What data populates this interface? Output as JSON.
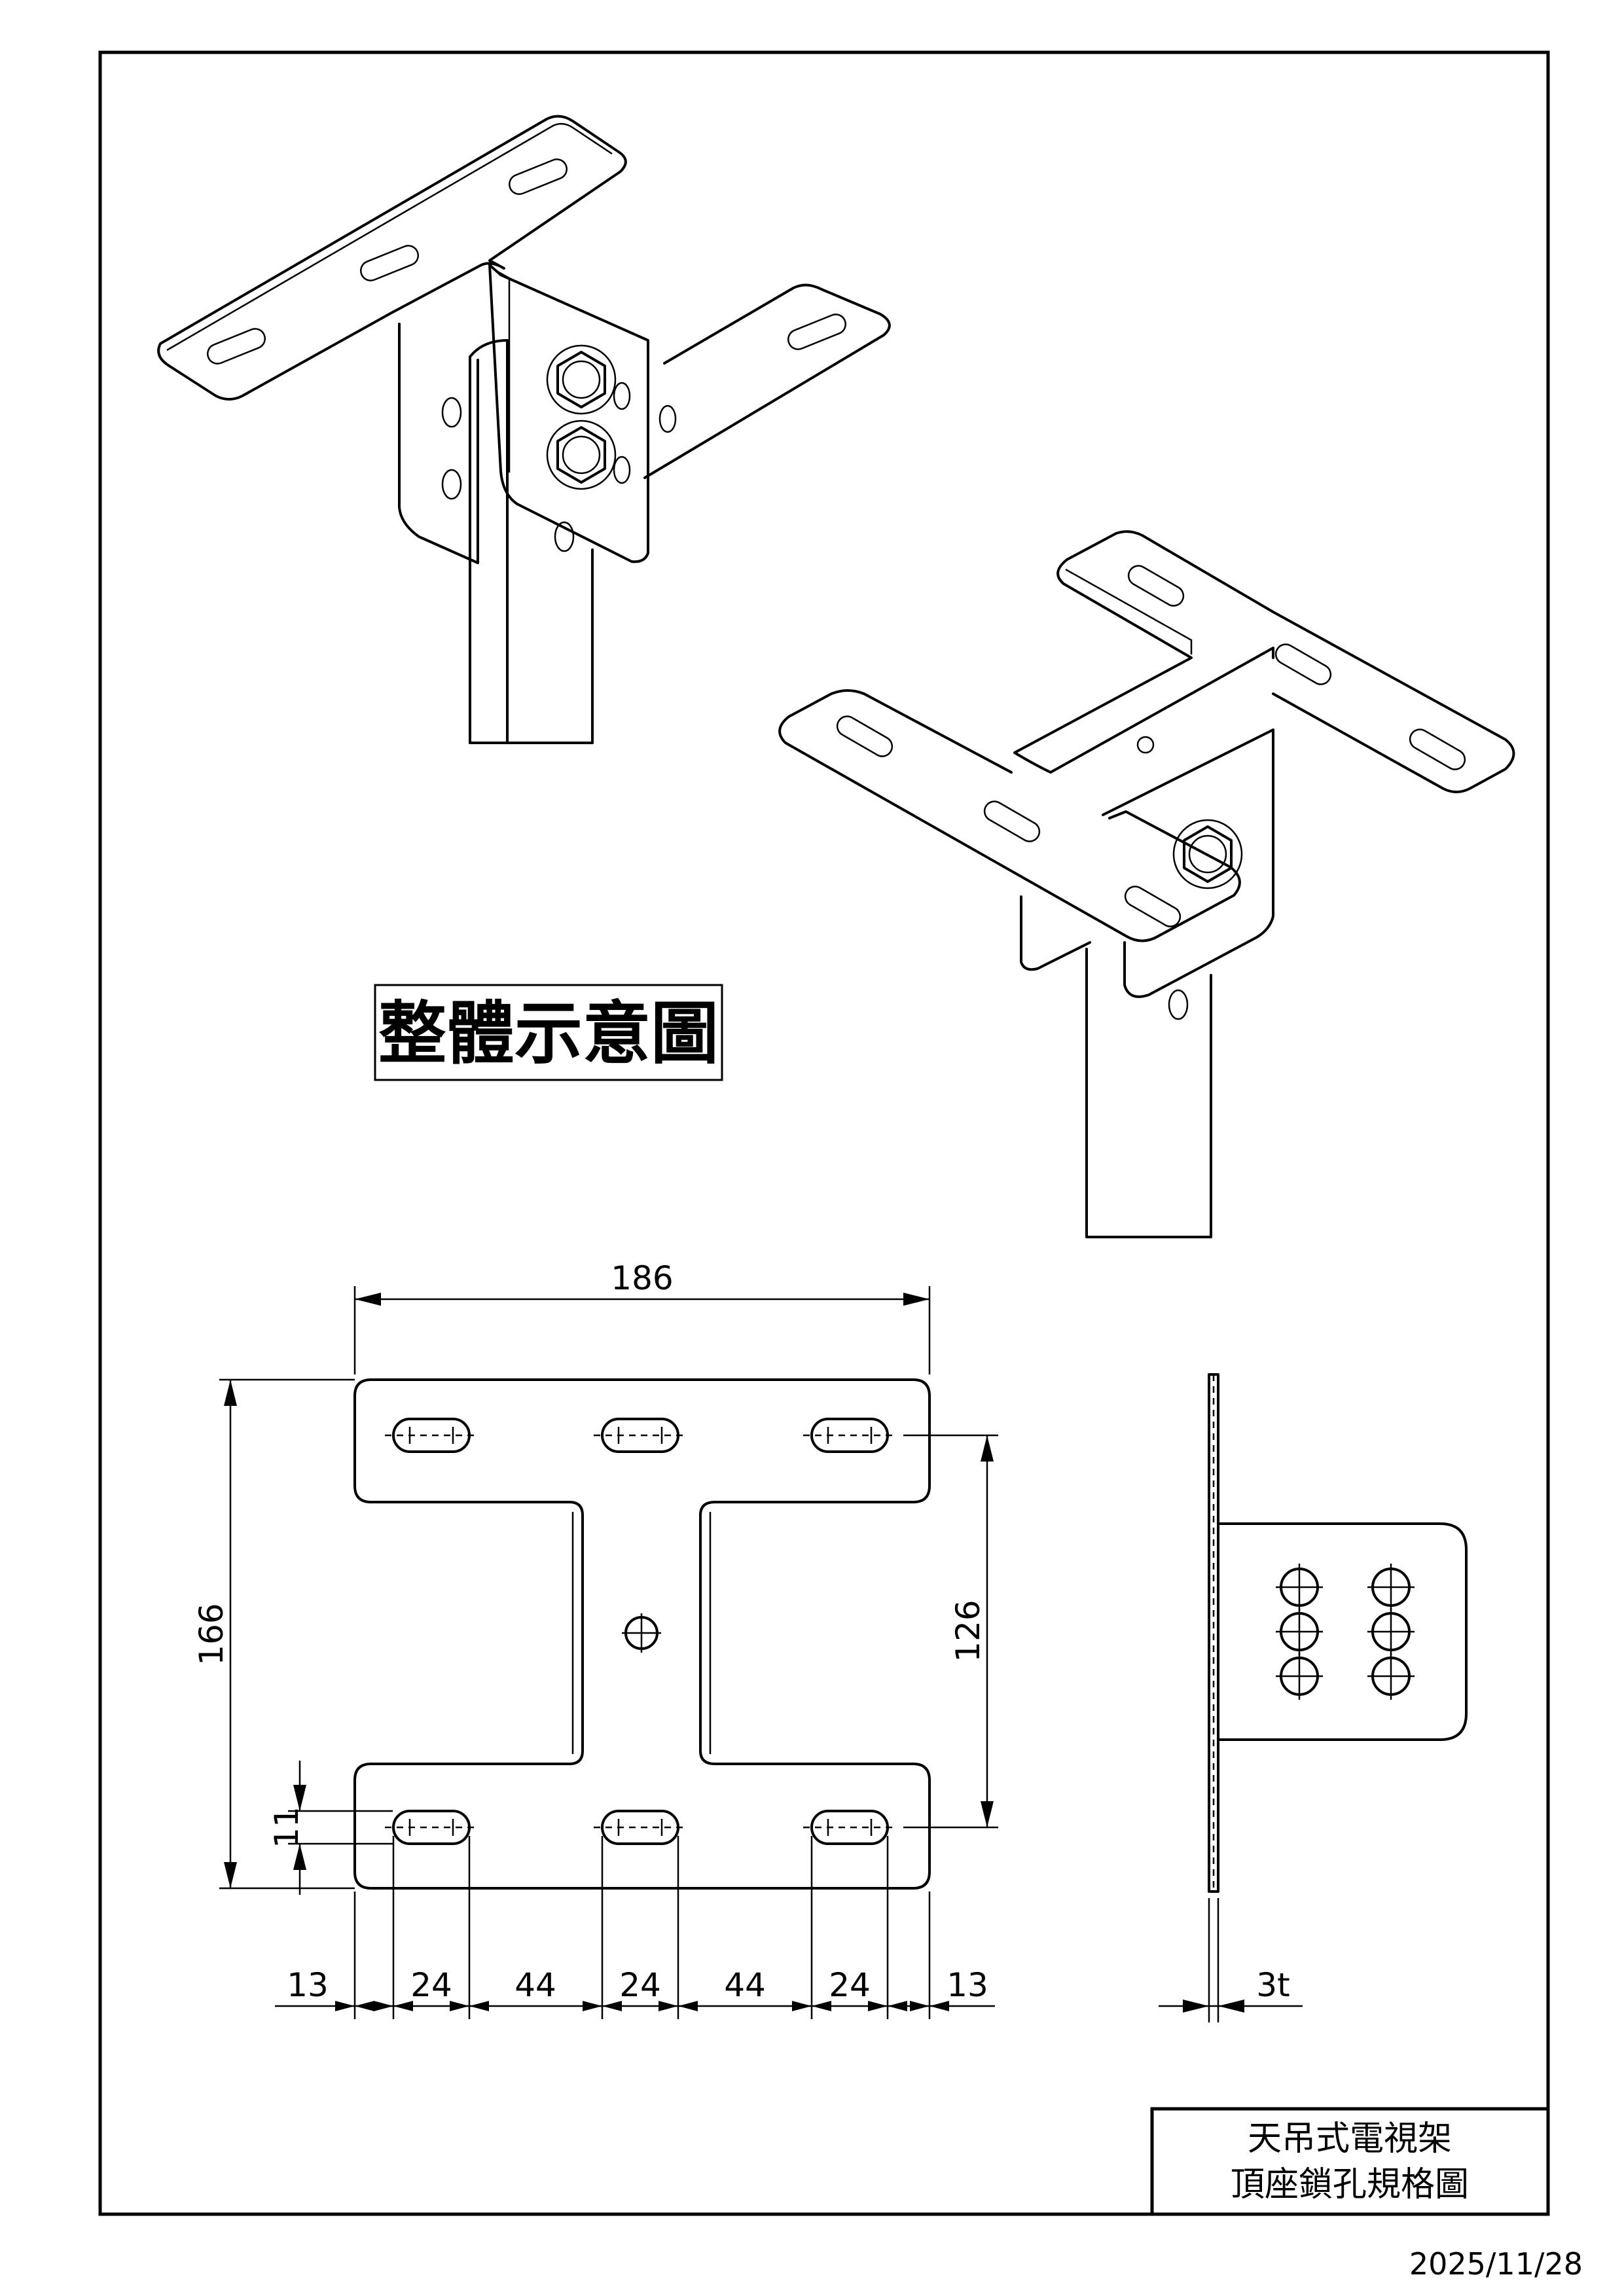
{
  "overview_label": "整體示意圖",
  "title_block": {
    "line1": "天吊式電視架",
    "line2": "頂座鎖孔規格圖"
  },
  "date": "2025/11/28",
  "dimensions": {
    "overall_width": "186",
    "overall_height": "166",
    "slot_pitch_vertical": "126",
    "slot_width": "11",
    "bottom_chain": [
      "13",
      "24",
      "44",
      "24",
      "44",
      "24",
      "13"
    ],
    "thickness": "3t"
  }
}
